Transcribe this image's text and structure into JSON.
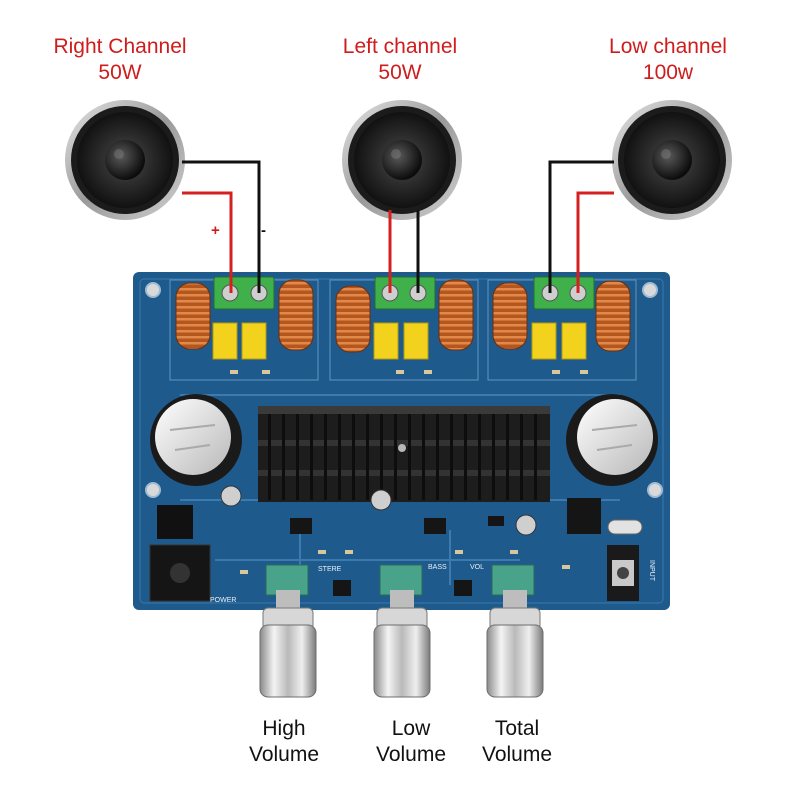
{
  "speakers": [
    {
      "name_line1": "Right Channel",
      "name_line2": "50W"
    },
    {
      "name_line1": "Left channel",
      "name_line2": "50W"
    },
    {
      "name_line1": "Low channel",
      "name_line2": "100w"
    }
  ],
  "polarity": {
    "plus": "+",
    "minus": "-"
  },
  "knobs": [
    {
      "line1": "High",
      "line2": "Volume"
    },
    {
      "line1": "Low",
      "line2": "Volume"
    },
    {
      "line1": "Total",
      "line2": "Volume"
    }
  ],
  "board_silkscreen": {
    "power": "POWER",
    "input": "INPUT",
    "stere": "STERE",
    "bass": "BASS",
    "vol": "VOL"
  },
  "colors": {
    "label_red": "#d01c1c",
    "wire_red": "#d42020",
    "wire_black": "#111111",
    "pcb": "#1f5a8c"
  }
}
